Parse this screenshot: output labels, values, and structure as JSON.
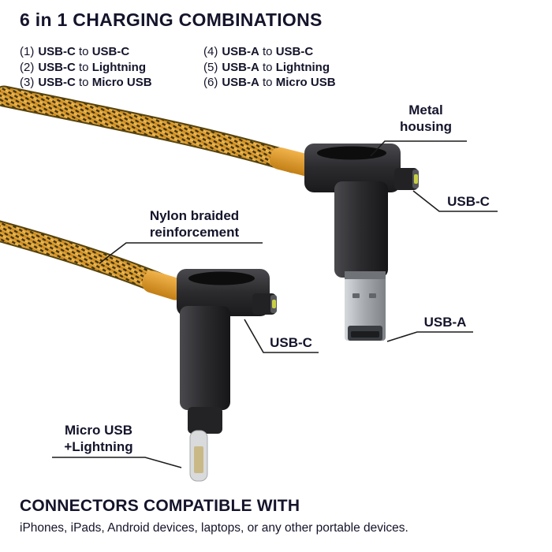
{
  "title": "6 in 1 CHARGING COMBINATIONS",
  "combinations": [
    {
      "index": "(1)",
      "a": "USB-C",
      "sep": "to",
      "b": "USB-C"
    },
    {
      "index": "(2)",
      "a": "USB-C",
      "sep": "to",
      "b": "Lightning"
    },
    {
      "index": "(3)",
      "a": "USB-C",
      "sep": "to",
      "b": "Micro USB"
    },
    {
      "index": "(4)",
      "a": "USB-A",
      "sep": "to",
      "b": "USB-C"
    },
    {
      "index": "(5)",
      "a": "USB-A",
      "sep": "to",
      "b": "Lightning"
    },
    {
      "index": "(6)",
      "a": "USB-A",
      "sep": "to",
      "b": "Micro USB"
    }
  ],
  "callouts": {
    "metal_housing": {
      "line1": "Metal",
      "line2": "housing"
    },
    "usb_c_top": {
      "label": "USB-C"
    },
    "nylon": {
      "line1": "Nylon braided",
      "line2": "reinforcement"
    },
    "usb_c_middle": {
      "label": "USB-C"
    },
    "usb_a": {
      "label": "USB-A"
    },
    "micro_usb_lightning": {
      "line1": "Micro USB",
      "line2": "+Lightning"
    }
  },
  "footer": {
    "heading": "CONNECTORS COMPATIBLE WITH",
    "text": "iPhones, iPads, Android devices, laptops, or any other portable devices."
  },
  "colors": {
    "text_dark": "#14142b",
    "cable_orange": "#DFA035",
    "cable_dark_fleck": "#3e3410",
    "housing_dark": "#2b2b2e",
    "usb_a_metal": "#a9adb2",
    "usb_c_pin": "#C9CF45",
    "background": "#ffffff"
  }
}
